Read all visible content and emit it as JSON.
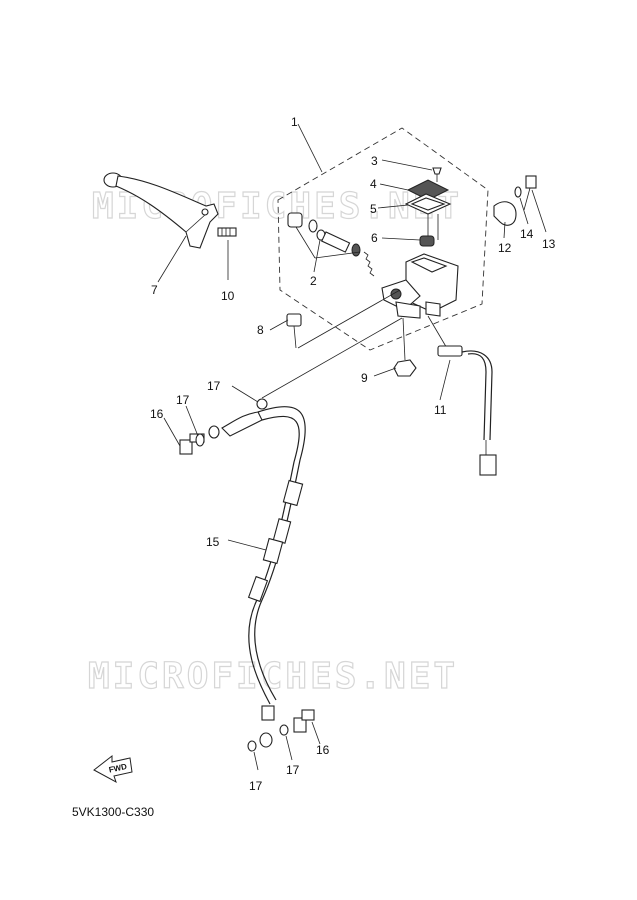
{
  "diagram": {
    "code": "5VK1300-C330",
    "fwd_label": "FWD",
    "watermarks": [
      "MICROFICHES.NET",
      "MICROFICHES.NET"
    ],
    "callouts": [
      {
        "id": "c1",
        "label": "1"
      },
      {
        "id": "c2",
        "label": "2"
      },
      {
        "id": "c3",
        "label": "3"
      },
      {
        "id": "c4",
        "label": "4"
      },
      {
        "id": "c5",
        "label": "5"
      },
      {
        "id": "c6",
        "label": "6"
      },
      {
        "id": "c7",
        "label": "7"
      },
      {
        "id": "c8",
        "label": "8"
      },
      {
        "id": "c9",
        "label": "9"
      },
      {
        "id": "c10",
        "label": "10"
      },
      {
        "id": "c11",
        "label": "11"
      },
      {
        "id": "c12",
        "label": "12"
      },
      {
        "id": "c13",
        "label": "13"
      },
      {
        "id": "c14",
        "label": "14"
      },
      {
        "id": "c15",
        "label": "15"
      },
      {
        "id": "c16a",
        "label": "16"
      },
      {
        "id": "c16b",
        "label": "16"
      },
      {
        "id": "c17a",
        "label": "17"
      },
      {
        "id": "c17b",
        "label": "17"
      },
      {
        "id": "c17c",
        "label": "17"
      },
      {
        "id": "c17d",
        "label": "17"
      }
    ]
  }
}
